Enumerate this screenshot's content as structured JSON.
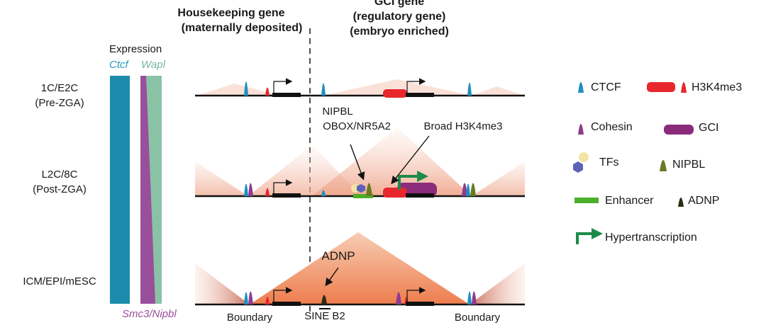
{
  "headers": {
    "housekeeping_line1": "Housekeeping gene",
    "housekeeping_line2": "(maternally deposited)",
    "gci_line1": "GCI gene",
    "gci_line2": "(regulatory gene)",
    "gci_line3": "(embryo enriched)"
  },
  "expression": {
    "title": "Expression",
    "ctcf": "Ctcf",
    "wapl": "Wapl",
    "smc3_nipbl": "Smc3/Nipbl"
  },
  "stages": [
    {
      "line1": "1C/E2C",
      "line2": "(Pre-ZGA)"
    },
    {
      "line1": "L2C/8C",
      "line2": "(Post-ZGA)"
    },
    {
      "line1": "ICM/EPI/mESC",
      "line2": ""
    }
  ],
  "annotations": {
    "nipbl": "NIPBL",
    "obox": "OBOX/NR5A2",
    "broad": "Broad H3K4me3",
    "adnp": "ADNP",
    "boundary_left": "Boundary",
    "boundary_right": "Boundary",
    "sine": "SINE B2"
  },
  "legend": {
    "ctcf": "CTCF",
    "h3k4me3": "H3K4me3",
    "cohesin": "Cohesin",
    "gci": "GCI",
    "tfs": "TFs",
    "nipbl": "NIPBL",
    "enhancer": "Enhancer",
    "adnp": "ADNP",
    "hyper": "Hypertranscription"
  },
  "colors": {
    "ctcf": "#1e90c0",
    "h3k4me3": "#e8262d",
    "cohesin": "#8e3a8e",
    "gci": "#8a2b7c",
    "nipbl": "#6b7a22",
    "adnp": "#2b2d10",
    "enhancer": "#4caf2a",
    "hyper": "#1d8a4a",
    "tf_yellow": "#f3e3a4",
    "tf_blue": "#5b62b8",
    "bar_teal": "#1b8cab",
    "bar_green": "#8ac2a6",
    "bar_purple": "#9a4f9a",
    "ctcf_label": "#2a9bb5",
    "wapl_label": "#77b89c",
    "smc3_label": "#9a4f9a"
  }
}
